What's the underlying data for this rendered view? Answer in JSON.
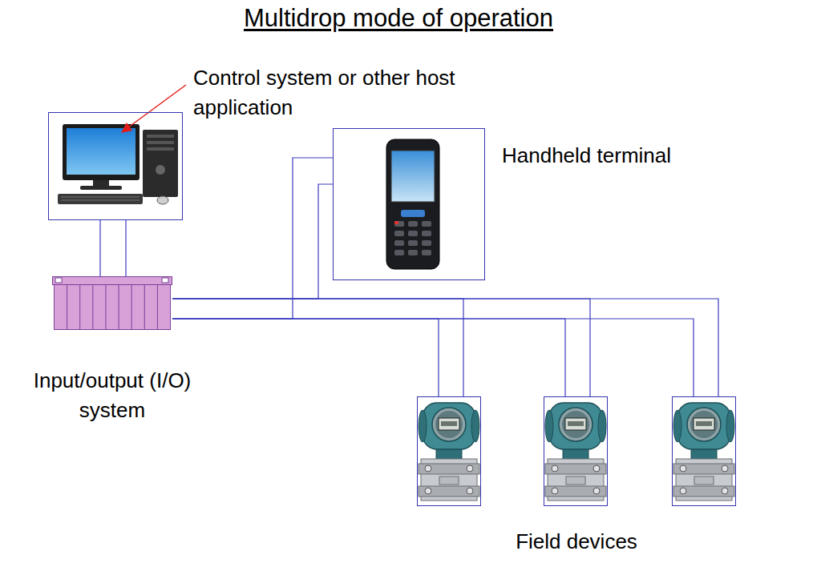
{
  "diagram": {
    "title": "Multidrop mode of operation",
    "nodes": [
      {
        "text": [
          "Control system or other host application"
        ]
      },
      {
        "text": [
          "Handheld terminal"
        ]
      },
      {
        "text": [
          "Input/output (I/O) system"
        ]
      },
      {
        "text": []
      },
      {
        "text": [
          "Field devices"
        ]
      },
      {
        "text": []
      }
    ],
    "edges": [
      {
        "from": 0,
        "to": 2,
        "arrow": "none"
      },
      {
        "from": 2,
        "to": 1,
        "arrow": "none"
      },
      {
        "from": 2,
        "to": 3,
        "arrow": "none"
      },
      {
        "from": 2,
        "to": 4,
        "arrow": "none"
      },
      {
        "from": 2,
        "to": 5,
        "arrow": "none"
      }
    ]
  }
}
